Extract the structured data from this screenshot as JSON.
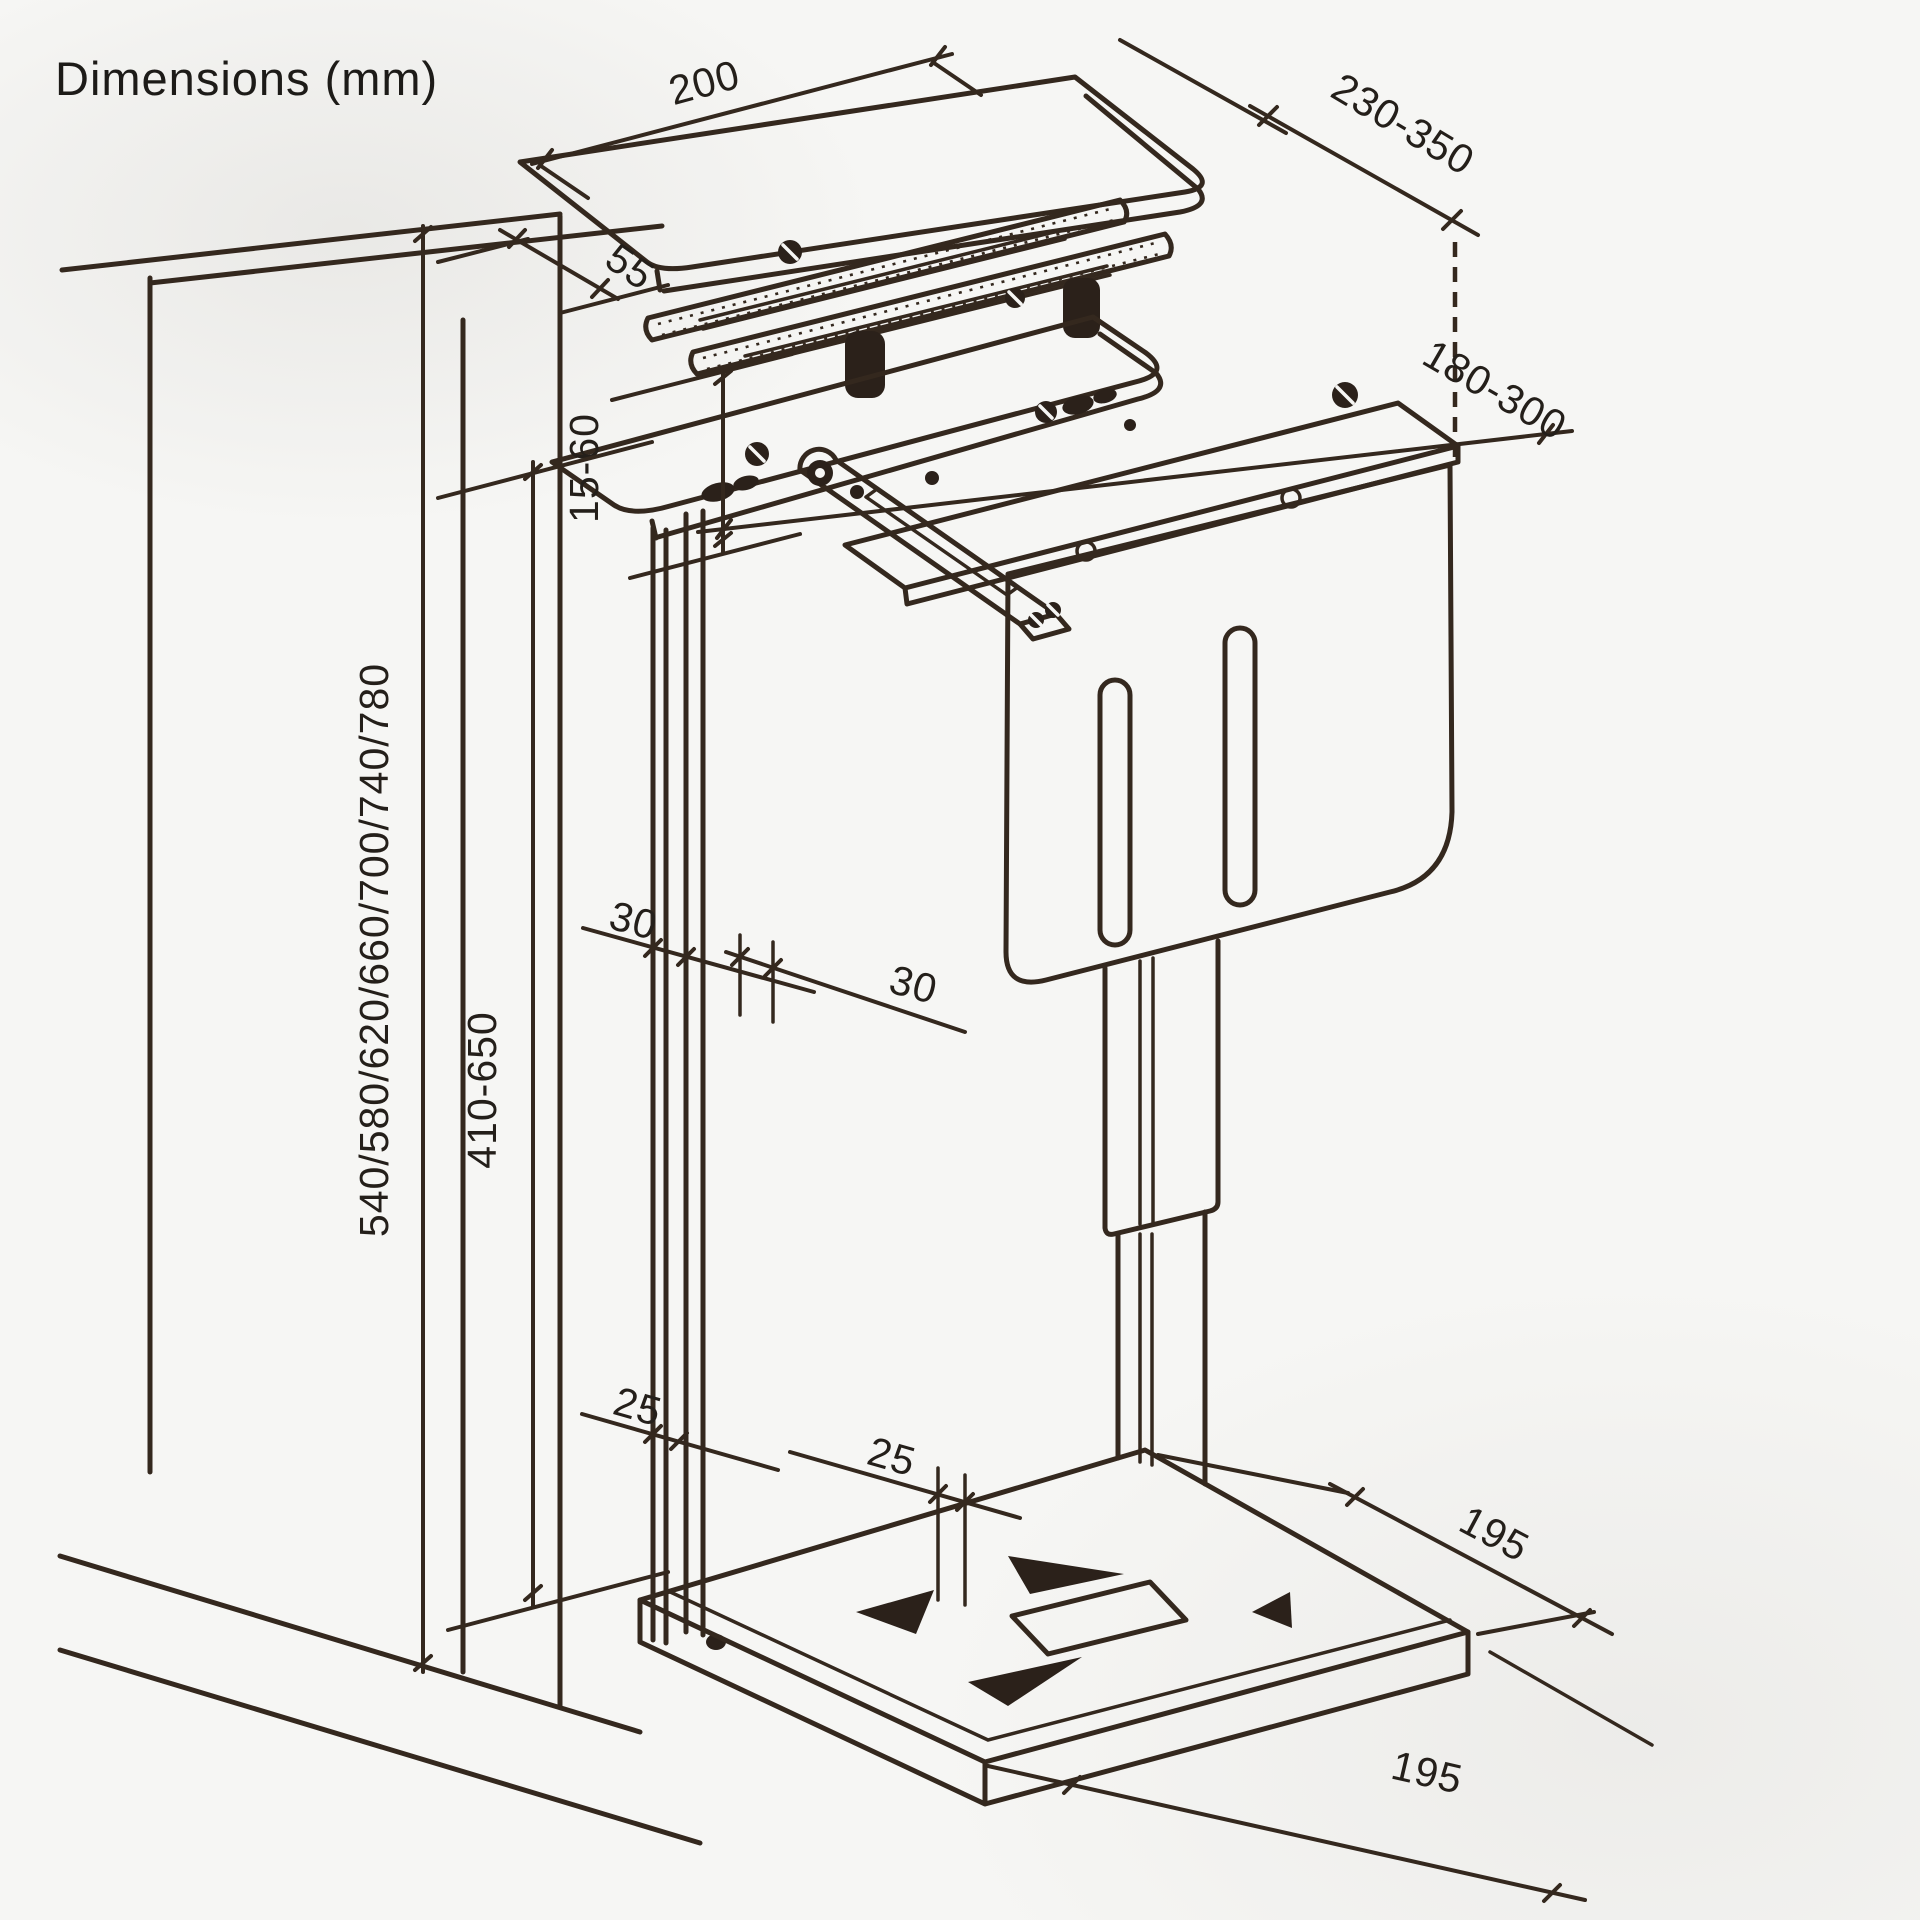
{
  "title": "Dimensions (mm)",
  "colors": {
    "line": "#34281e",
    "text": "#241f1a",
    "background": "#f6f6f4"
  },
  "labels": {
    "shelf_width": "200",
    "desk_depth_range": "230-350",
    "wall_clearance": "55",
    "desk_thickness_range": "15-60",
    "slide_extension_range": "180-300",
    "mount_height_options": "540/580/620/660/700/740/780",
    "column_height_range": "410-650",
    "post_width_a": "30",
    "post_width_b": "30",
    "foot_width_a": "25",
    "foot_width_b": "25",
    "base_depth": "195",
    "base_width": "195"
  }
}
